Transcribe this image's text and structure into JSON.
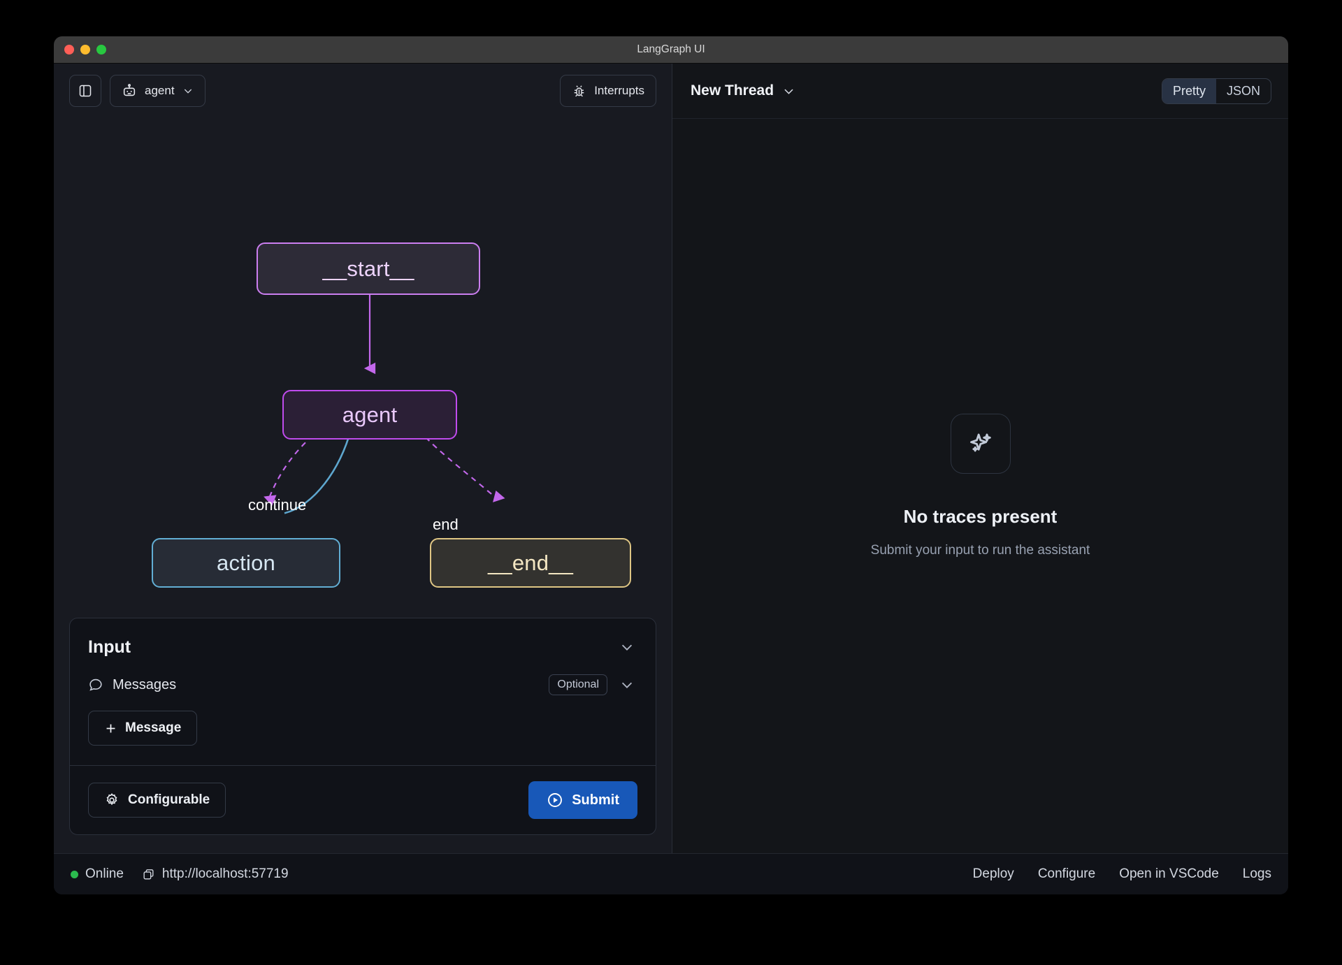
{
  "window": {
    "title": "LangGraph UI"
  },
  "left_toolbar": {
    "sidebar_toggle_icon": "panel-left-icon",
    "assistant_icon": "bot-icon",
    "assistant_label": "agent",
    "assistant_chevron_icon": "chevron-down-icon",
    "interrupts_icon": "bug-icon",
    "interrupts_label": "Interrupts"
  },
  "graph": {
    "nodes": [
      {
        "id": "start",
        "label": "__start__",
        "border": "#cb7ef0",
        "fill": "#2d2b37",
        "text": "#edd3fb"
      },
      {
        "id": "agent",
        "label": "agent",
        "border": "#c04bee",
        "fill": "#2b1f36",
        "text": "#e9c8fb"
      },
      {
        "id": "action",
        "label": "action",
        "border": "#62aed4",
        "fill": "#272c36",
        "text": "#d6e6f1"
      },
      {
        "id": "end",
        "label": "__end__",
        "border": "#dfc684",
        "fill": "#33322f",
        "text": "#f3e6c2"
      }
    ],
    "edges": [
      {
        "from": "start",
        "to": "agent",
        "label": "",
        "style": "solid"
      },
      {
        "from": "agent",
        "to": "action",
        "label": "continue",
        "style": "dashed"
      },
      {
        "from": "agent",
        "to": "end",
        "label": "end",
        "style": "dashed"
      },
      {
        "from": "action",
        "to": "agent",
        "label": "",
        "style": "solid"
      }
    ],
    "edge_labels": {
      "continue": "continue",
      "end": "end"
    },
    "colors": {
      "arrow_purple": "#c368ec",
      "arrow_blue": "#62aed4"
    }
  },
  "input_panel": {
    "title": "Input",
    "collapse_icon": "chevron-down-icon",
    "messages": {
      "icon": "message-circle-icon",
      "label": "Messages",
      "badge": "Optional",
      "chevron_icon": "chevron-down-icon"
    },
    "add_message": {
      "icon": "plus-icon",
      "label": "Message"
    },
    "configurable": {
      "icon": "gear-icon",
      "label": "Configurable"
    },
    "submit": {
      "icon": "play-circle-icon",
      "label": "Submit",
      "color": "#1858b8"
    }
  },
  "right_panel": {
    "thread_label": "New Thread",
    "thread_chevron_icon": "chevron-down-icon",
    "view_modes": [
      {
        "label": "Pretty",
        "active": true
      },
      {
        "label": "JSON",
        "active": false
      }
    ],
    "empty_state": {
      "icon": "sparkles-icon",
      "title": "No traces present",
      "subtitle": "Submit your input to run the assistant"
    }
  },
  "statusbar": {
    "status_label": "Online",
    "status_color": "#2bba4e",
    "url_icon": "copy-icon",
    "url": "http://localhost:57719",
    "links": [
      {
        "label": "Deploy"
      },
      {
        "label": "Configure"
      },
      {
        "label": "Open in VSCode"
      },
      {
        "label": "Logs"
      }
    ]
  }
}
